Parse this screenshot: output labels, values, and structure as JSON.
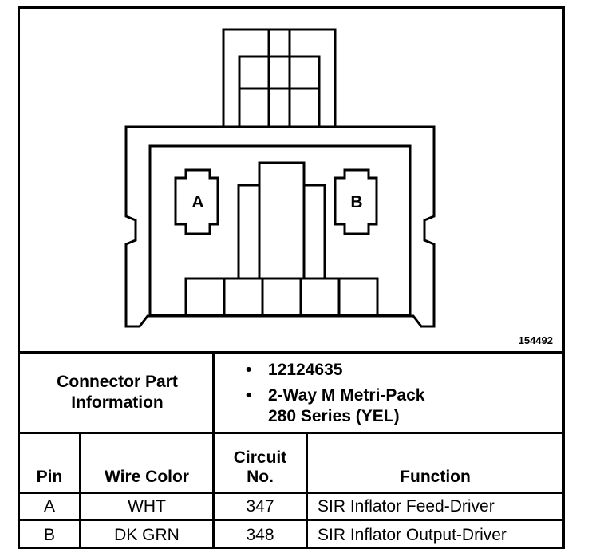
{
  "figure": {
    "number": "154492",
    "pin_labels": [
      "A",
      "B"
    ]
  },
  "connector_info": {
    "label_line1": "Connector Part",
    "label_line2": "Information",
    "bullet": "•",
    "part_number": "12124635",
    "description_line1": "2-Way M Metri-Pack",
    "description_line2": "280 Series (YEL)"
  },
  "pin_table": {
    "headers": {
      "pin": "Pin",
      "wire_color": "Wire Color",
      "circuit_line1": "Circuit",
      "circuit_line2": "No.",
      "function": "Function"
    },
    "rows": [
      {
        "pin": "A",
        "wire_color": "WHT",
        "circuit": "347",
        "function": "SIR Inflator Feed-Driver"
      },
      {
        "pin": "B",
        "wire_color": "DK GRN",
        "circuit": "348",
        "function": "SIR Inflator Output-Driver"
      }
    ]
  }
}
